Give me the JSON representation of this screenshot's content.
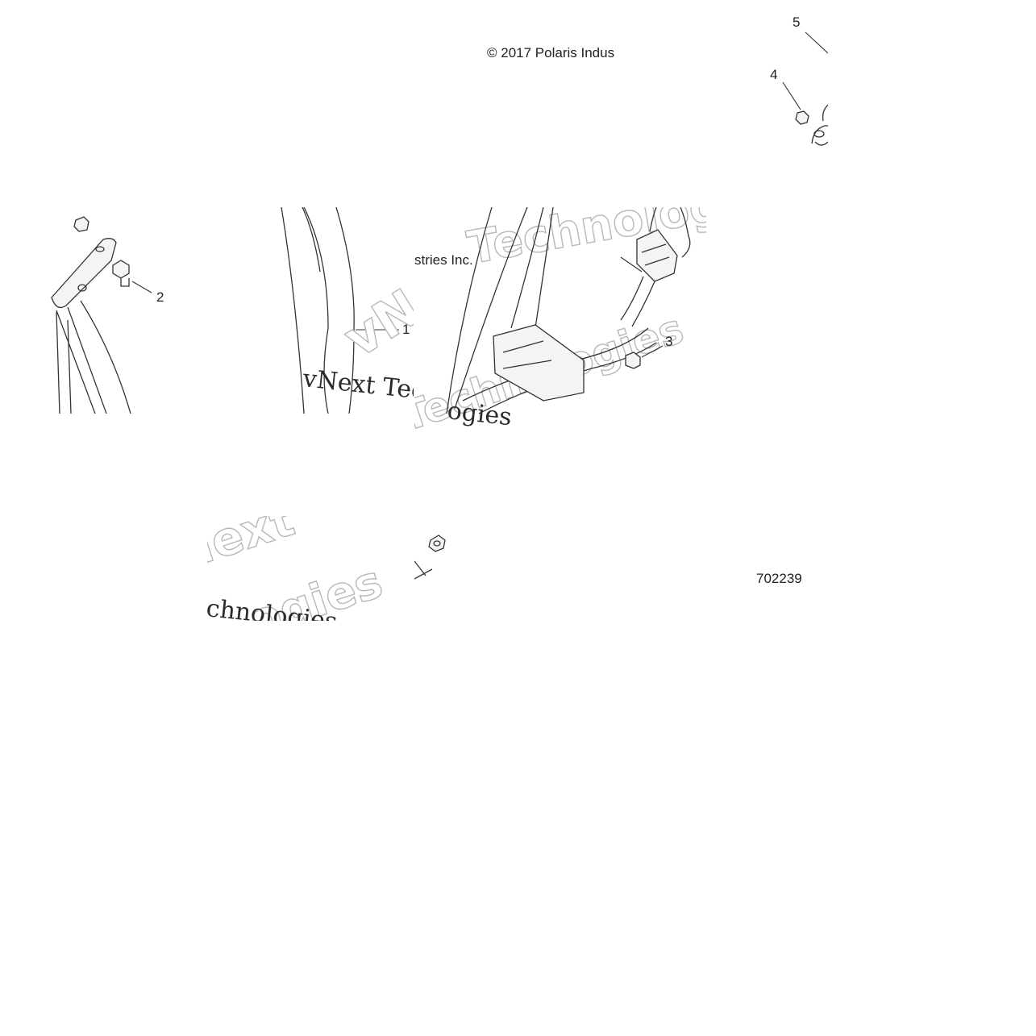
{
  "diagram": {
    "copyright_line_1": "© 2017 Polaris Indus",
    "copyright_line_2": "stries Inc.",
    "figure_number": "702239",
    "watermark": {
      "word_1": "vNext",
      "word_2": "Technologies",
      "serif_text": "vNext Technologies"
    },
    "callouts": [
      {
        "label": "1"
      },
      {
        "label": "2"
      },
      {
        "label": "3"
      },
      {
        "label": "4"
      },
      {
        "label": "5"
      }
    ]
  },
  "colors": {
    "line": "#333333",
    "watermark_outline": "#b8b8b8",
    "background": "#ffffff"
  }
}
